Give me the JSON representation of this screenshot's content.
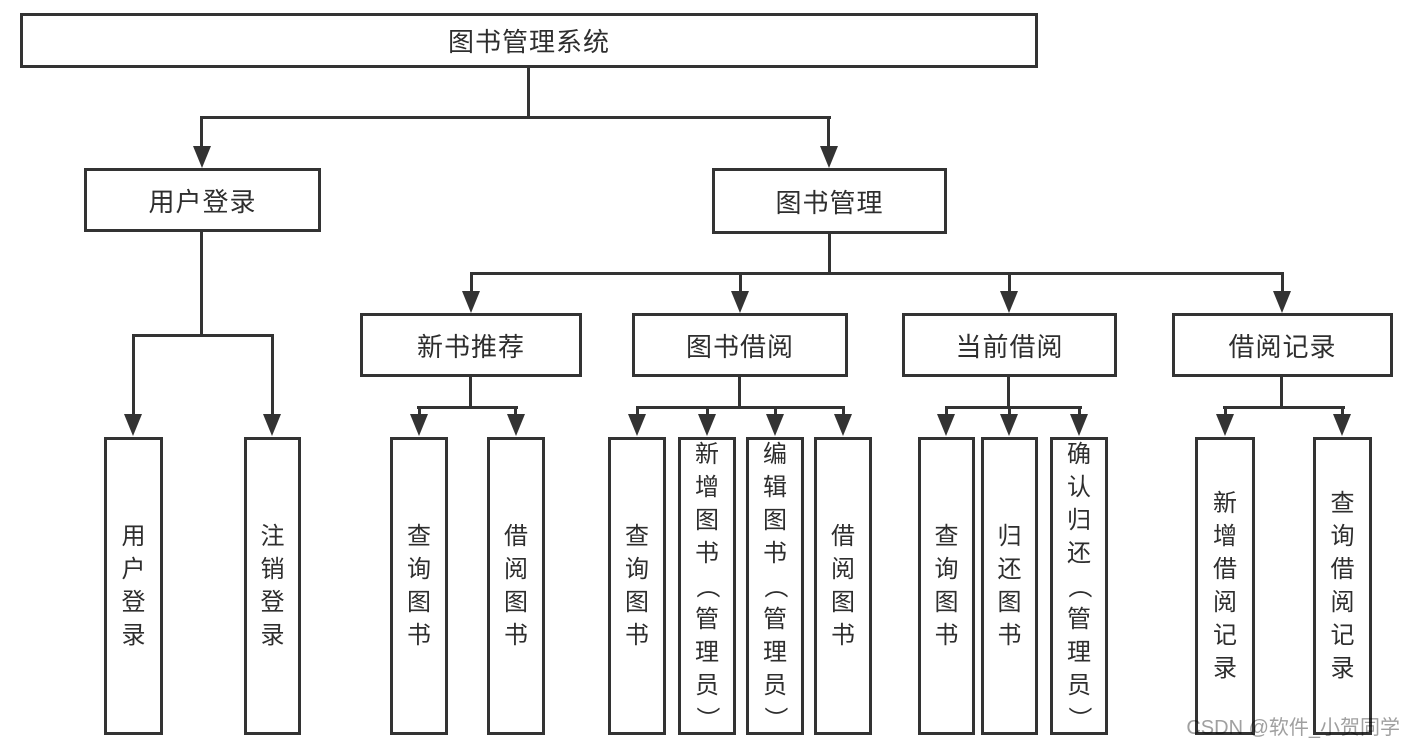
{
  "diagram": {
    "root": "图书管理系统",
    "user_login": {
      "label": "用户登录",
      "children": [
        "用户登录",
        "注销登录"
      ]
    },
    "book_mgmt": {
      "label": "图书管理",
      "modules": [
        {
          "label": "新书推荐",
          "children": [
            "查询图书",
            "借阅图书"
          ]
        },
        {
          "label": "图书借阅",
          "children": [
            "查询图书",
            "新增图书（管理员）",
            "编辑图书（管理员）",
            "借阅图书"
          ]
        },
        {
          "label": "当前借阅",
          "children": [
            "查询图书",
            "归还图书",
            "确认归还（管理员）"
          ]
        },
        {
          "label": "借阅记录",
          "children": [
            "新增借阅记录",
            "查询借阅记录"
          ]
        }
      ]
    },
    "watermark": "CSDN @软件_小贺同学",
    "colors": {
      "line": "#333333",
      "text": "#2e2e2e",
      "background": "#ffffff",
      "watermark": "#a0a0a0"
    }
  }
}
